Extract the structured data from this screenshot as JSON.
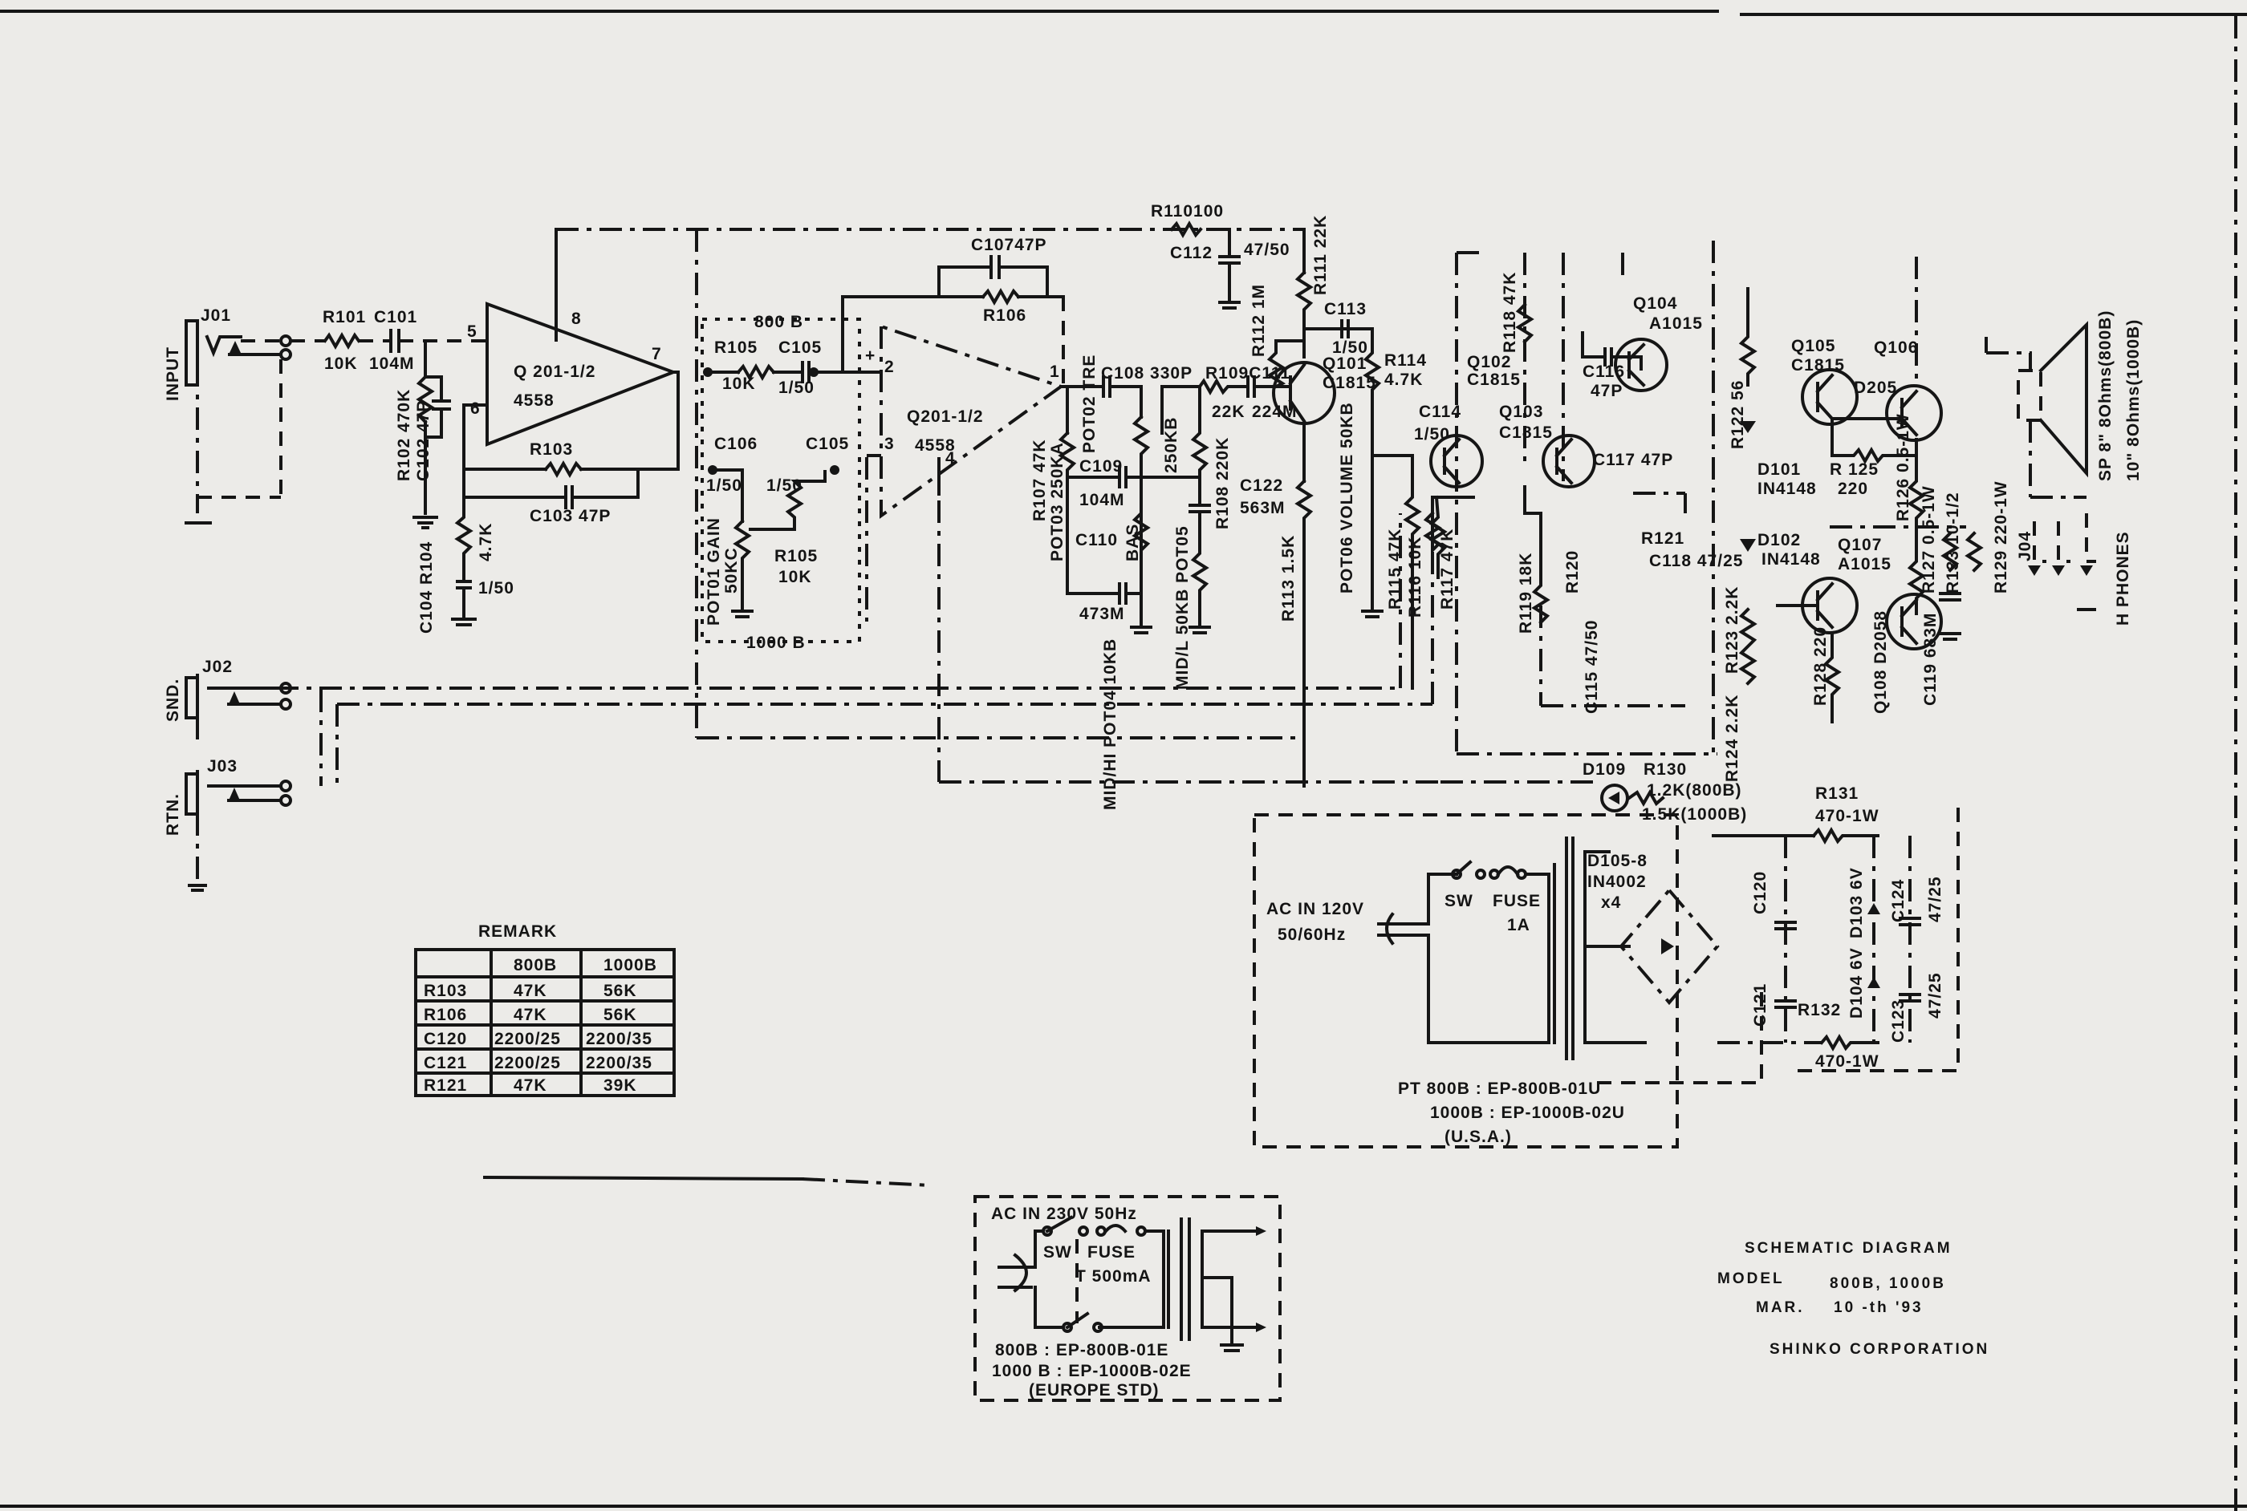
{
  "title_block": {
    "title": "SCHEMATIC DIAGRAM",
    "model_label": "MODEL",
    "model": "800B, 1000B",
    "date_label": "MAR.",
    "date": "10 -th '93",
    "company": "SHINKO CORPORATION"
  },
  "jacks": {
    "j01": "J01",
    "input": "INPUT",
    "j02": "J02",
    "send": "SND.",
    "j03": "J03",
    "return": "RTN.",
    "j04": "J04",
    "phones": "H PHONES",
    "speaker_800": "SP 8\" 8Ohms(800B)",
    "speaker_1000": "10\" 8Ohms(1000B)"
  },
  "input_stage": {
    "r101": "R101",
    "r101_val": "10K",
    "c101": "C101",
    "c101_val": "104M",
    "r102_c102": "R102 470K",
    "c102": "C102 47P",
    "opamp": "Q 201-1/2",
    "opamp_type": "4558",
    "pin5": "5",
    "pin6": "6",
    "pin7": "7",
    "pin8": "8",
    "r103": "R103",
    "c103": "C103 47P",
    "r104_val": "4.7K",
    "c104_val": "1/50",
    "c104_r104": "C104 R104"
  },
  "gain_stage": {
    "variant_800": "800 B",
    "variant_1000": "1000 B",
    "r105": "R105",
    "r105_val": "10K",
    "c105": "C105",
    "c105_val": "1/50",
    "c106": "C106",
    "c106_val": "1/50",
    "c105b": "C105",
    "c105b_val": "1/50",
    "pot01": "POT01 GAIN",
    "pot01_val": "50KC",
    "r105b": "R105",
    "r105b_val": "10K",
    "c107": "C10747P",
    "r106": "R106",
    "opamp": "Q201-1/2",
    "opamp_type": "4558",
    "pin1": "1",
    "pin2": "2",
    "pin3": "3",
    "pin4": "4",
    "plus": "+"
  },
  "tone_stack": {
    "c108": "C108 330P",
    "r109_c111": "R109C111",
    "r109_val": "22K",
    "c111_val": "224M",
    "r107": "R107 47K",
    "pot03": "POT03 250KA",
    "pot02": "POT02 TRE",
    "pot02_val": "250KB",
    "r108": "R108 220K",
    "c109": "C109",
    "c109_val": "104M",
    "c110": "C110",
    "c110_val": "473M",
    "bas": "BAS",
    "c122": "C122",
    "c122_val": "563M",
    "pot04": "MID/HI POT04 10KB",
    "pot05": "MID/L 50KB POT05"
  },
  "preamp_out": {
    "r110": "R110100",
    "c112": "C112",
    "c112_val": "47/50",
    "r111": "R111 22K",
    "r112": "R112 1M",
    "q101": "Q101",
    "q101_type": "C1815",
    "r113": "R113 1.5K",
    "c113": "C113",
    "c113_val": "1/50",
    "r114": "R114",
    "r114_val": "4.7K",
    "pot06": "POT06 VOLUME 50KB",
    "r115": "R115 47K",
    "r116": "R116 10K"
  },
  "power_amp": {
    "r118": "R118 47K",
    "q104": "Q104",
    "q104_type": "A1015",
    "q102": "Q102",
    "q102_type": "C1815",
    "c116": "C116",
    "c116_val": "47P",
    "q103": "Q103",
    "q103_type": "C1815",
    "c117": "C117 47P",
    "c114": "C114",
    "c114_val": "1/50",
    "r117": "R117 47K",
    "r119": "R119 18K",
    "r120": "R120",
    "c115": "C115 47/50",
    "r121": "R121",
    "c118": "C118 47/25",
    "q105": "Q105",
    "q105_type": "C1815",
    "q106": "Q106",
    "q106_type": "D205",
    "r122": "R122 56",
    "d101": "D101",
    "d101_type": "IN4148",
    "r125": "R 125",
    "r125_val": "220",
    "r126": "R126 0.5-1W",
    "d102": "D102",
    "d102_type": "IN4148",
    "q107": "Q107",
    "q107_type": "A1015",
    "r123": "R123 2.2K",
    "r124": "R124 2.2K",
    "r128": "R128 220",
    "q108": "Q108 D2058",
    "r127": "R127 0.5-1W",
    "r133": "R133 10-1/2",
    "c119": "C119 683M",
    "r129": "R129 220-1W"
  },
  "power_supply_usa": {
    "ac_in": "AC IN 120V",
    "freq": "50/60Hz",
    "sw": "SW",
    "fuse": "FUSE",
    "fuse_val": "1A",
    "d109": "D109",
    "r130": "R130",
    "r130_800": "1.2K(800B)",
    "r130_1000": "1.5K(1000B)",
    "diodes": "D105-8",
    "diode_type": "IN4002",
    "diode_qty": "x4",
    "r131": "R131",
    "r131_val": "470-1W",
    "c120": "C120",
    "c121": "C121",
    "d103": "D103 6V",
    "d104": "D104 6V",
    "c124": "C124",
    "c124_val": "47/25",
    "c123": "C123",
    "c123_val": "47/25",
    "r132": "R132",
    "r132_val": "470-1W",
    "pt_800": "PT 800B : EP-800B-01U",
    "pt_1000": "1000B : EP-1000B-02U",
    "region": "(U.S.A.)"
  },
  "power_supply_europe": {
    "ac_in": "AC IN 230V 50Hz",
    "sw": "SW",
    "fuse": "FUSE",
    "fuse_val": "T 500mA",
    "pt_800": "800B : EP-800B-01E",
    "pt_1000": "1000 B : EP-1000B-02E",
    "region": "(EUROPE STD)"
  },
  "remark_table": {
    "title": "REMARK",
    "headers": [
      "",
      "800B",
      "1000B"
    ],
    "rows": [
      [
        "R103",
        "47K",
        "56K"
      ],
      [
        "R106",
        "47K",
        "56K"
      ],
      [
        "C120",
        "2200/25",
        "2200/35"
      ],
      [
        "C121",
        "2200/25",
        "2200/35"
      ],
      [
        "R121",
        "47K",
        "39K"
      ]
    ]
  }
}
